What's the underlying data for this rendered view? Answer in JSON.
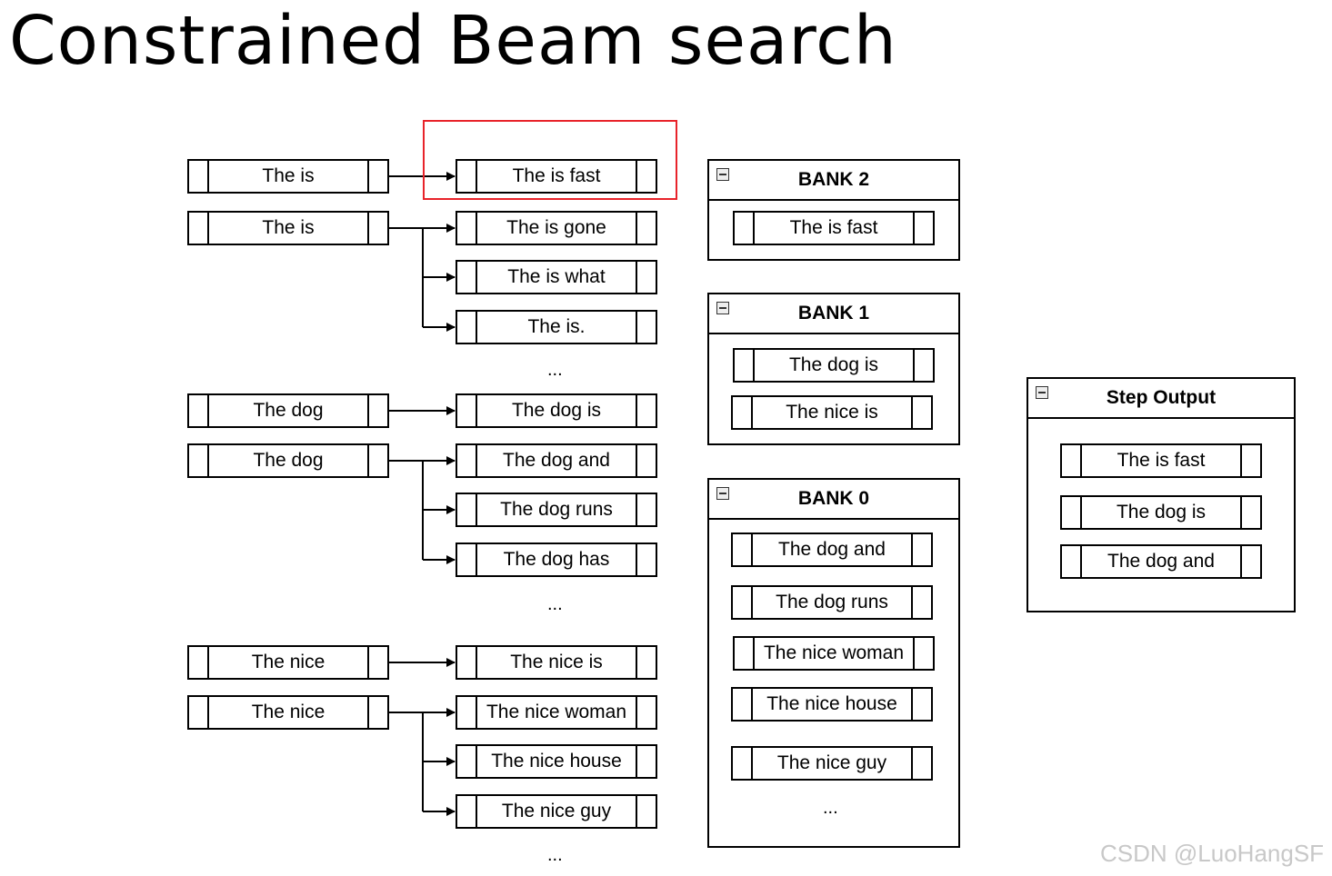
{
  "title": "Constrained Beam search",
  "source_nodes": [
    {
      "label": "The is"
    },
    {
      "label": "The is"
    },
    {
      "label": "The dog"
    },
    {
      "label": "The dog"
    },
    {
      "label": "The nice"
    },
    {
      "label": "The nice"
    }
  ],
  "candidate_nodes": [
    {
      "label": "The is fast"
    },
    {
      "label": "The is gone"
    },
    {
      "label": "The is what"
    },
    {
      "label": "The is."
    },
    {
      "label": "The dog is"
    },
    {
      "label": "The dog and"
    },
    {
      "label": "The dog runs"
    },
    {
      "label": "The dog has"
    },
    {
      "label": "The nice is"
    },
    {
      "label": "The nice woman"
    },
    {
      "label": "The nice house"
    },
    {
      "label": "The nice guy"
    }
  ],
  "ellipsis": "...",
  "banks": [
    {
      "title": "BANK 2",
      "items": [
        "The is fast"
      ]
    },
    {
      "title": "BANK 1",
      "items": [
        "The dog is",
        "The nice is"
      ]
    },
    {
      "title": "BANK 0",
      "items": [
        "The dog and",
        "The dog runs",
        "The nice woman",
        "The nice house",
        "The nice guy"
      ],
      "more": "..."
    }
  ],
  "step_output": {
    "title": "Step Output",
    "items": [
      "The is fast",
      "The dog is",
      "The dog and"
    ]
  },
  "highlight_color": "#e8232a",
  "icons": {
    "bank_toggle": "collapse-icon"
  },
  "watermark": "CSDN @LuoHangSF"
}
